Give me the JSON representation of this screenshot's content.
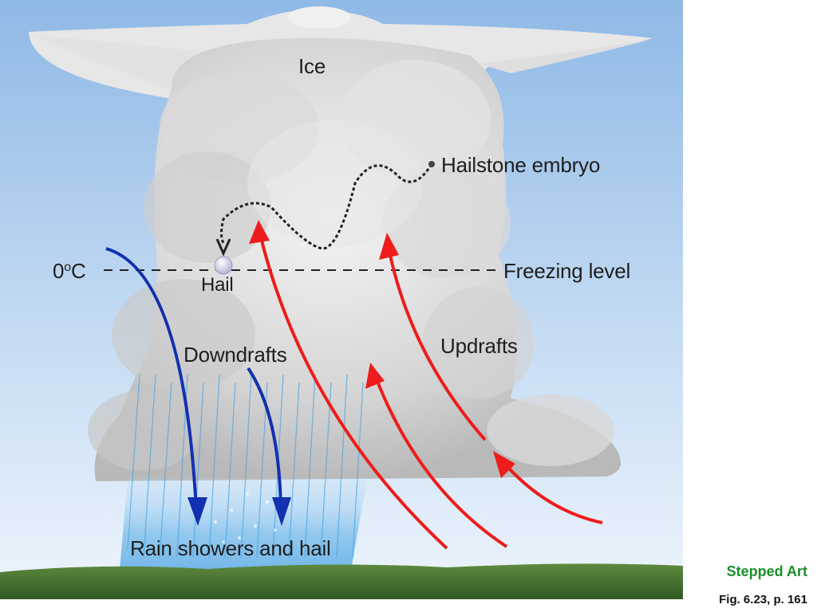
{
  "labels": {
    "ice": "Ice",
    "hailstone_embryo": "Hailstone embryo",
    "zero_c_number": "0",
    "zero_c_degree": "o",
    "zero_c_unit": "C",
    "freezing_level": "Freezing level",
    "hail": "Hail",
    "downdrafts": "Downdrafts",
    "updrafts": "Updrafts",
    "rain_showers": "Rain showers and hail"
  },
  "stepped_art": "Stepped Art",
  "figure_caption": "Fig. 6.23, p. 161",
  "colors": {
    "updraft": "#ee1c1c",
    "downdraft": "#1330b0",
    "sky_top": "#8fb9e6",
    "sky_bottom": "#e9f2fb",
    "cloud": "#d6d6d6",
    "ground": "#4c7a34",
    "accent_green": "#1a8f2a"
  }
}
